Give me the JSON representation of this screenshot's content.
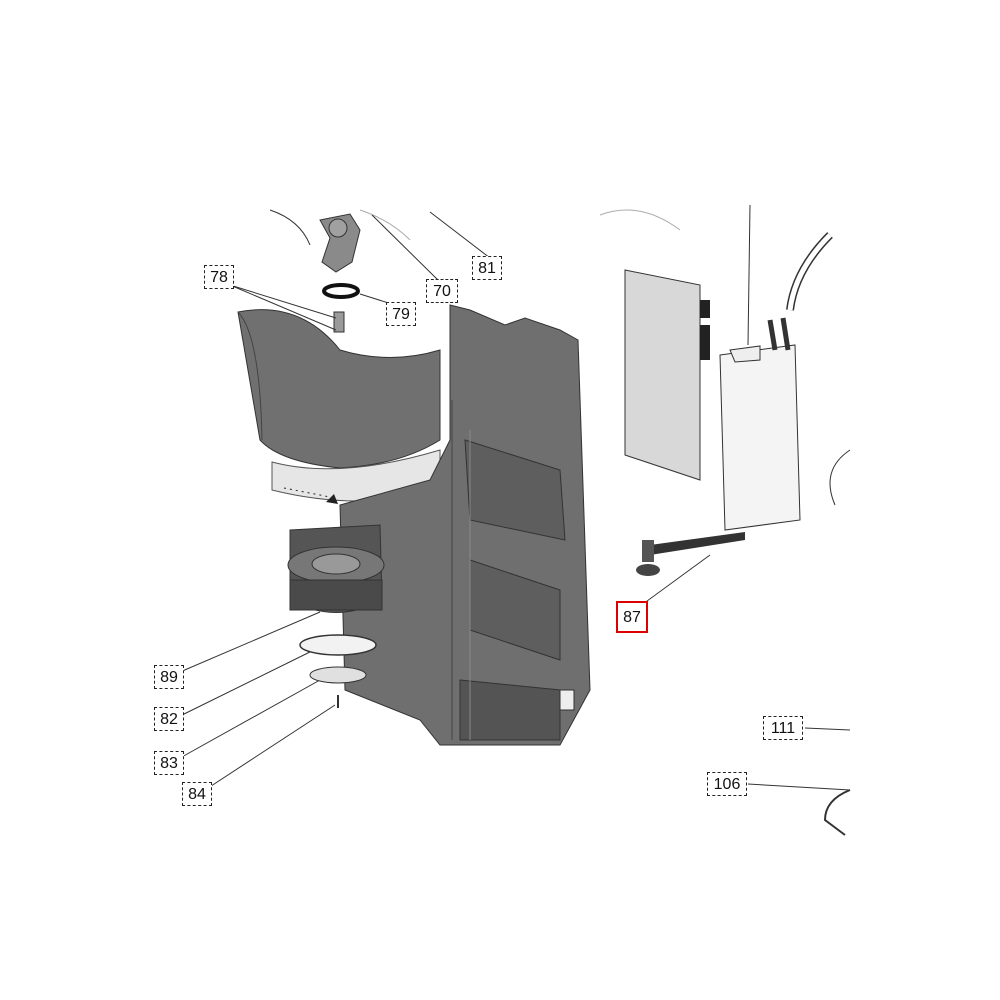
{
  "callouts": {
    "c78": "78",
    "c79": "79",
    "c70": "70",
    "c81": "81",
    "c87": "87",
    "c89": "89",
    "c82": "82",
    "c83": "83",
    "c84": "84",
    "c111": "111",
    "c106": "106"
  },
  "colors": {
    "part_gray": "#6f6f6f",
    "part_dark": "#4e4e4e",
    "part_light": "#bdbdbd",
    "highlight": "#dd0000",
    "line": "#333333"
  },
  "highlighted_part": "87"
}
